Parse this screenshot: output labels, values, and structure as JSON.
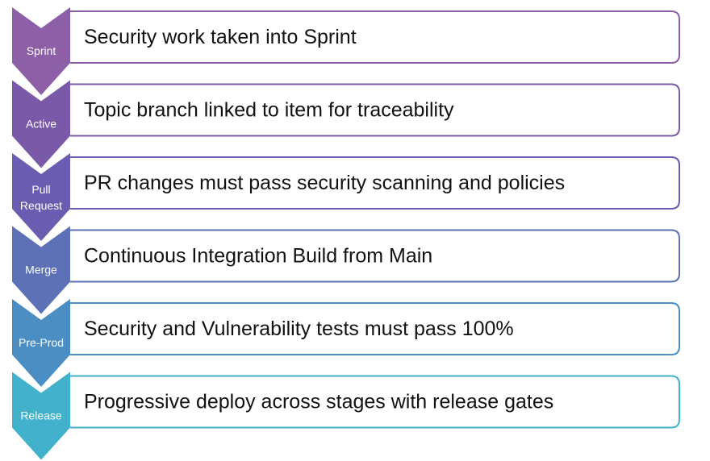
{
  "title": "",
  "steps": [
    {
      "stage": [
        "Sprint"
      ],
      "description": "Security work taken into Sprint",
      "color": "#8d5fa6"
    },
    {
      "stage": [
        "Active"
      ],
      "description": "Topic branch linked to item for traceability",
      "color": "#7a5aa8"
    },
    {
      "stage": [
        "Pull",
        "Request"
      ],
      "description": "PR changes must pass security scanning and policies",
      "color": "#6a5cb0"
    },
    {
      "stage": [
        "Merge"
      ],
      "description": "Continuous Integration Build from Main",
      "color": "#5d71b6"
    },
    {
      "stage": [
        "Pre-Prod"
      ],
      "description": "Security and Vulnerability tests must pass 100%",
      "color": "#4a8ec4"
    },
    {
      "stage": [
        "Release"
      ],
      "description": "Progressive deploy across stages with release gates",
      "color": "#42b2cc"
    }
  ]
}
